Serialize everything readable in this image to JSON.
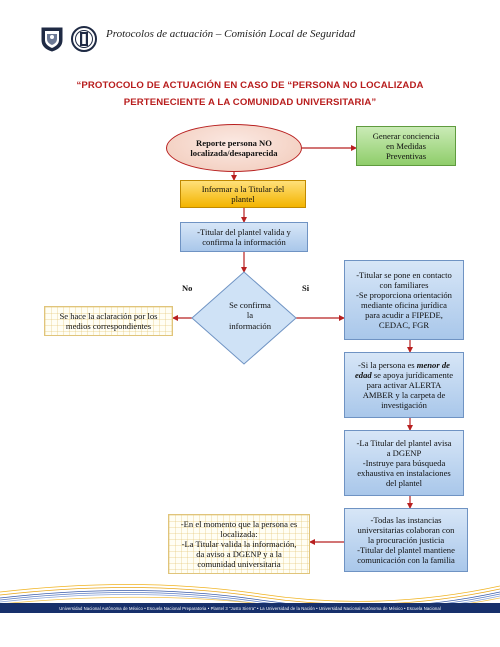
{
  "header": {
    "title": "Protocolos de actuación – Comisión Local de Seguridad"
  },
  "document": {
    "title_line1": "“PROTOCOLO DE ACTUACIÓN EN CASO DE “PERSONA NO LOCALIZADA",
    "title_line2": "PERTENECIENTE A LA COMUNIDAD UNIVERSITARIA”"
  },
  "flowchart": {
    "start": {
      "line1": "Reporte persona NO",
      "line2": "localizada/desaparecida"
    },
    "awareness": {
      "line1": "Generar conciencia",
      "line2": "en Medidas",
      "line3": "Preventivas"
    },
    "inform": {
      "line1": "Informar a la Titular del",
      "line2": "plantel"
    },
    "validate": {
      "line1": "-Titular del plantel valida y",
      "line2": "confirma la información"
    },
    "decision": {
      "line1": "Se confirma",
      "line2": "la",
      "line3": "información",
      "no_label": "No",
      "yes_label": "Si"
    },
    "clarify": {
      "line1": "Se hace la aclaración por los",
      "line2": "medios correspondientes"
    },
    "contact": {
      "line1": "-Titular se pone en contacto",
      "line2": "con familiares",
      "line3": "-Se proporciona orientación",
      "line4": "mediante oficina jurídica",
      "line5": "para acudir a FIPEDE,",
      "line6": "CEDAC, FGR"
    },
    "minor": {
      "line1_a": "-Si la persona es ",
      "line1_b": "menor de",
      "line2_a": "edad",
      "line2_b": " se apoya jurídicamente",
      "line3": "para activar ALERTA",
      "line4": "AMBER y la carpeta de",
      "line5": "investigación"
    },
    "notify": {
      "line1": "-La Titular del plantel avisa",
      "line2": "a DGENP",
      "line3": "-Instruye para búsqueda",
      "line4": "exhaustiva en instalaciones",
      "line5": "del plantel"
    },
    "collaborate": {
      "line1": "-Todas las instancias",
      "line2": "universitarias colaboran con",
      "line3": "la procuración justicia",
      "line4": "-Titular del plantel mantiene",
      "line5": "comunicación con la familia"
    },
    "located": {
      "line1": "-En el momento que la persona es",
      "line2": "localizada:",
      "line3": "-La Titular valida la información,",
      "line4": "da aviso a DGENP y a la",
      "line5": "comunidad universitaria"
    }
  },
  "footer": {
    "text": "Universidad Nacional Autónoma de México • Escuela Nacional Preparatoria • Plantel 3 \"Justo Sierra\" • La Universidad de la Nación • Universidad Nacional Autónoma de México • Escuela Nacional"
  },
  "colors": {
    "title_red": "#b81d1d",
    "arrow_red": "#b82020",
    "box_blue": "#a9c7ea",
    "box_green": "#8fcd6a",
    "box_gold": "#f3b400",
    "footer_navy": "#17306b"
  }
}
